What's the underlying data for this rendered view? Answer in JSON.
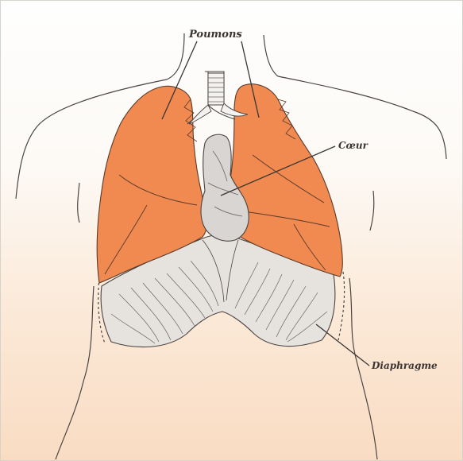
{
  "labels": {
    "poumons": "Poumons",
    "coeur": "Cœur",
    "diaphragme": "Diaphragme"
  },
  "colors": {
    "lung_fill": "#f08a50",
    "lung_stroke": "#5a3a2a",
    "outline": "#4a4442",
    "diaphragm_fill": "#e6e2de",
    "heart_fill": "#d9d5d2"
  }
}
